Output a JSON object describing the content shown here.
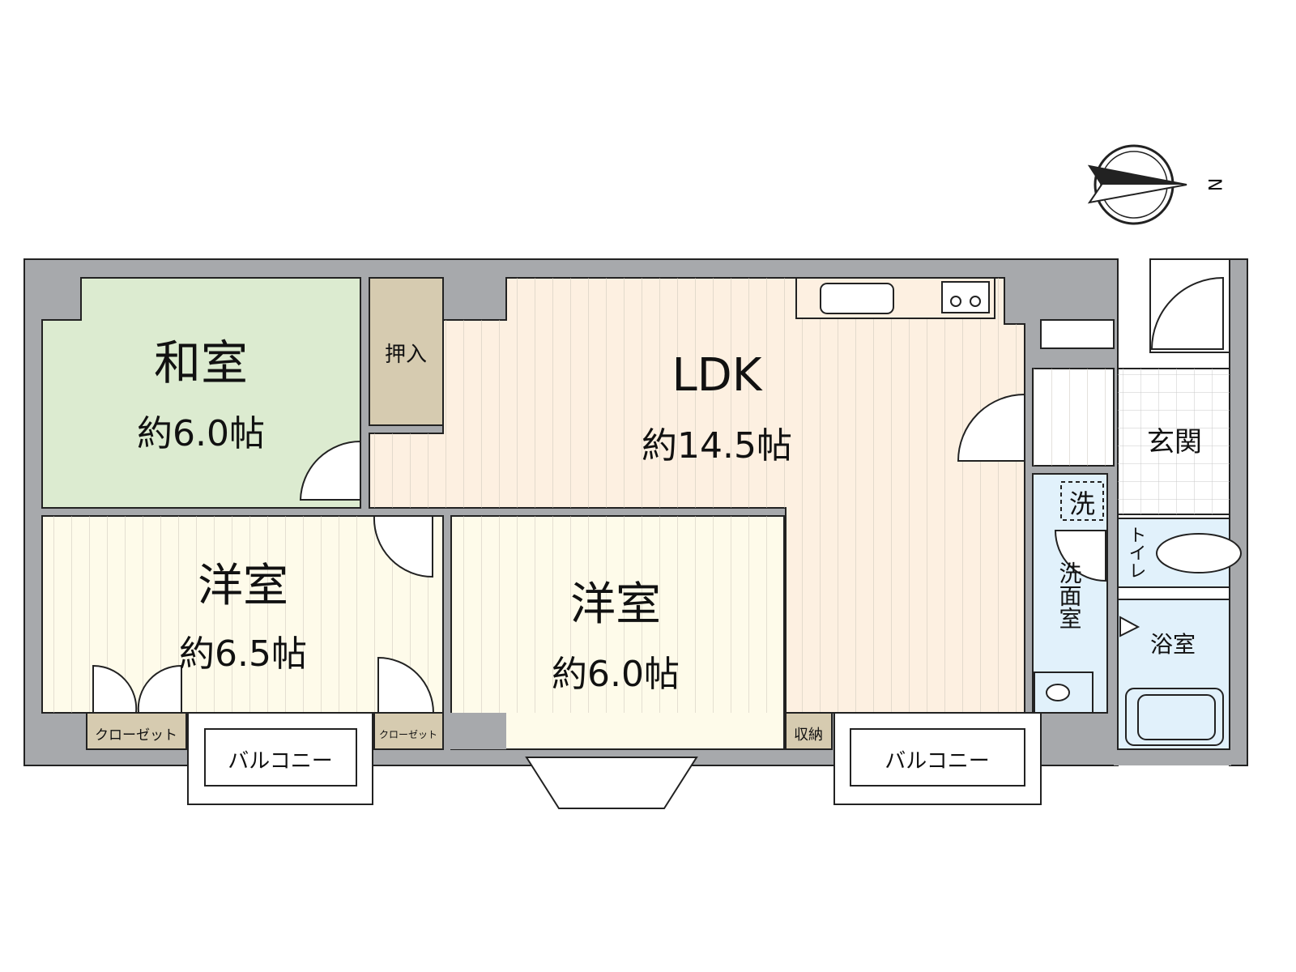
{
  "compass": {
    "north_label": "N"
  },
  "rooms": {
    "washitsu": {
      "name": "和室",
      "size": "約6.0帖"
    },
    "oshiire": {
      "name": "押入"
    },
    "ldk": {
      "name": "LDK",
      "size": "約14.5帖"
    },
    "yoshitsu_left": {
      "name": "洋室",
      "size": "約6.5帖"
    },
    "yoshitsu_center": {
      "name": "洋室",
      "size": "約6.0帖"
    },
    "genkan": {
      "name": "玄関"
    },
    "sentaku": {
      "name": "洗"
    },
    "toilet": {
      "name": "トイレ"
    },
    "senmenshitsu": {
      "name": "洗面室"
    },
    "yokushitsu": {
      "name": "浴室"
    },
    "closet_left": {
      "name": "クローゼット"
    },
    "closet_right": {
      "name": "クローゼット"
    },
    "shuno": {
      "name": "収納"
    },
    "balcony_left": {
      "name": "バルコニー"
    },
    "balcony_right": {
      "name": "バルコニー"
    }
  },
  "colors": {
    "wall": "#a7a9ac",
    "washitsu": "#dcebd0",
    "oshiire": "#d6cbb0",
    "ldk": "#fdf0e1",
    "yoshitsu": "#fefbea",
    "wet": "#e1f1fb"
  }
}
